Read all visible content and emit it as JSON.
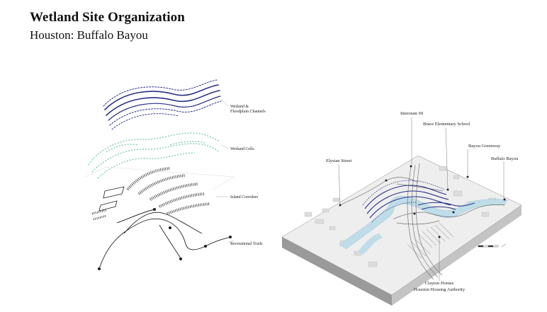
{
  "header": {
    "title": "Wetland Site Organization",
    "subtitle": "Houston: Buffalo Bayou"
  },
  "layers": {
    "channels_label_line1": "Wetland &",
    "channels_label_line2": "Floodplain Channels",
    "cells_label": "Wetland Cells",
    "corridors_label": "Island Corridors",
    "trails_label": "Recreational Trails"
  },
  "site_labels": {
    "interstate": "Interstate 69",
    "school": "Brace Elementary School",
    "greenway": "Bayou Greenway",
    "bayou": "Buffalo Bayou",
    "elysian": "Elysian Street",
    "clayton_line1": "Clayton Homes",
    "clayton_line2": "Houston Housing Authority"
  },
  "colors": {
    "channel_blue": "#2a2f86",
    "cell_green": "#7cc8b2",
    "water": "#bfdde8",
    "ink": "#222222"
  }
}
